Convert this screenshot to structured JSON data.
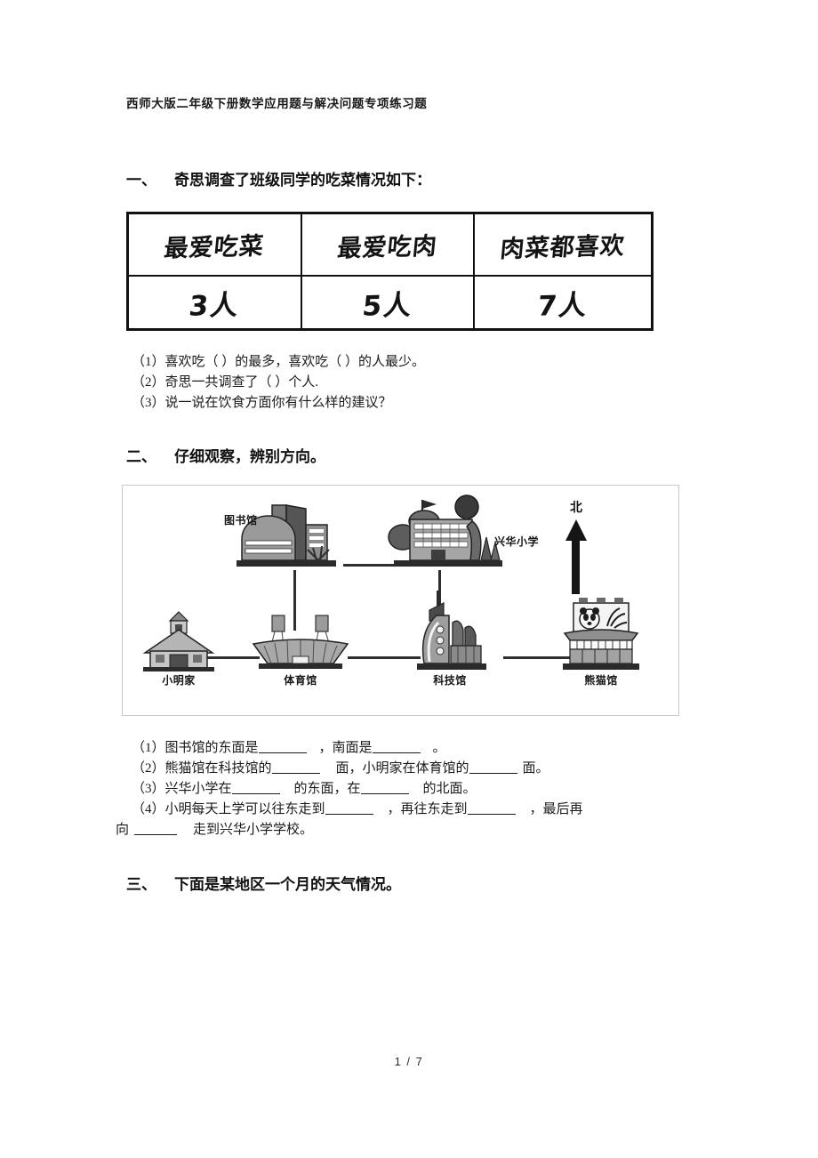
{
  "document": {
    "header_title": "西师大版二年级下册数学应用题与解决问题专项练习题",
    "footer": "1 / 7"
  },
  "sections": [
    {
      "number": "一、",
      "title": "奇思调查了班级同学的吃菜情况如下：",
      "table": {
        "headers": [
          "最爱吃菜",
          "最爱吃肉",
          "肉菜都喜欢"
        ],
        "values": [
          "3人",
          "5人",
          "7人"
        ]
      },
      "questions": [
        "（1）喜欢吃（  ）的最多，喜欢吃（  ）的人最少。",
        "（2）奇思一共调查了（  ）个人.",
        "（3）说一说在饮食方面你有什么样的建议？"
      ]
    },
    {
      "number": "二、",
      "title": "仔细观察，辨别方向。",
      "map": {
        "compass_label": "北",
        "compass_icon": "north-arrow-icon",
        "places": [
          {
            "name": "图书馆",
            "icon": "library-building-icon"
          },
          {
            "name": "兴华小学",
            "icon": "school-building-icon"
          },
          {
            "name": "小明家",
            "icon": "house-icon"
          },
          {
            "name": "体育馆",
            "icon": "stadium-icon"
          },
          {
            "name": "科技馆",
            "icon": "science-museum-icon"
          },
          {
            "name": "熊猫馆",
            "icon": "panda-house-icon"
          }
        ]
      },
      "questions": [
        {
          "parts": [
            "（1）图书馆的东面是",
            "，南面是",
            "。"
          ]
        },
        {
          "parts": [
            "（2）熊猫馆在科技馆的",
            "面，小明家在体育馆的",
            "面。"
          ]
        },
        {
          "parts": [
            "（3）兴华小学在",
            "的东面，在",
            "的北面。"
          ]
        },
        {
          "parts": [
            "（4）小明每天上学可以往东走到",
            "，再往东走到",
            "，最后再"
          ]
        },
        {
          "parts": [
            "向",
            "走到兴华小学学校。"
          ]
        }
      ]
    },
    {
      "number": "三、",
      "title": "下面是某地区一个月的天气情况。"
    }
  ]
}
